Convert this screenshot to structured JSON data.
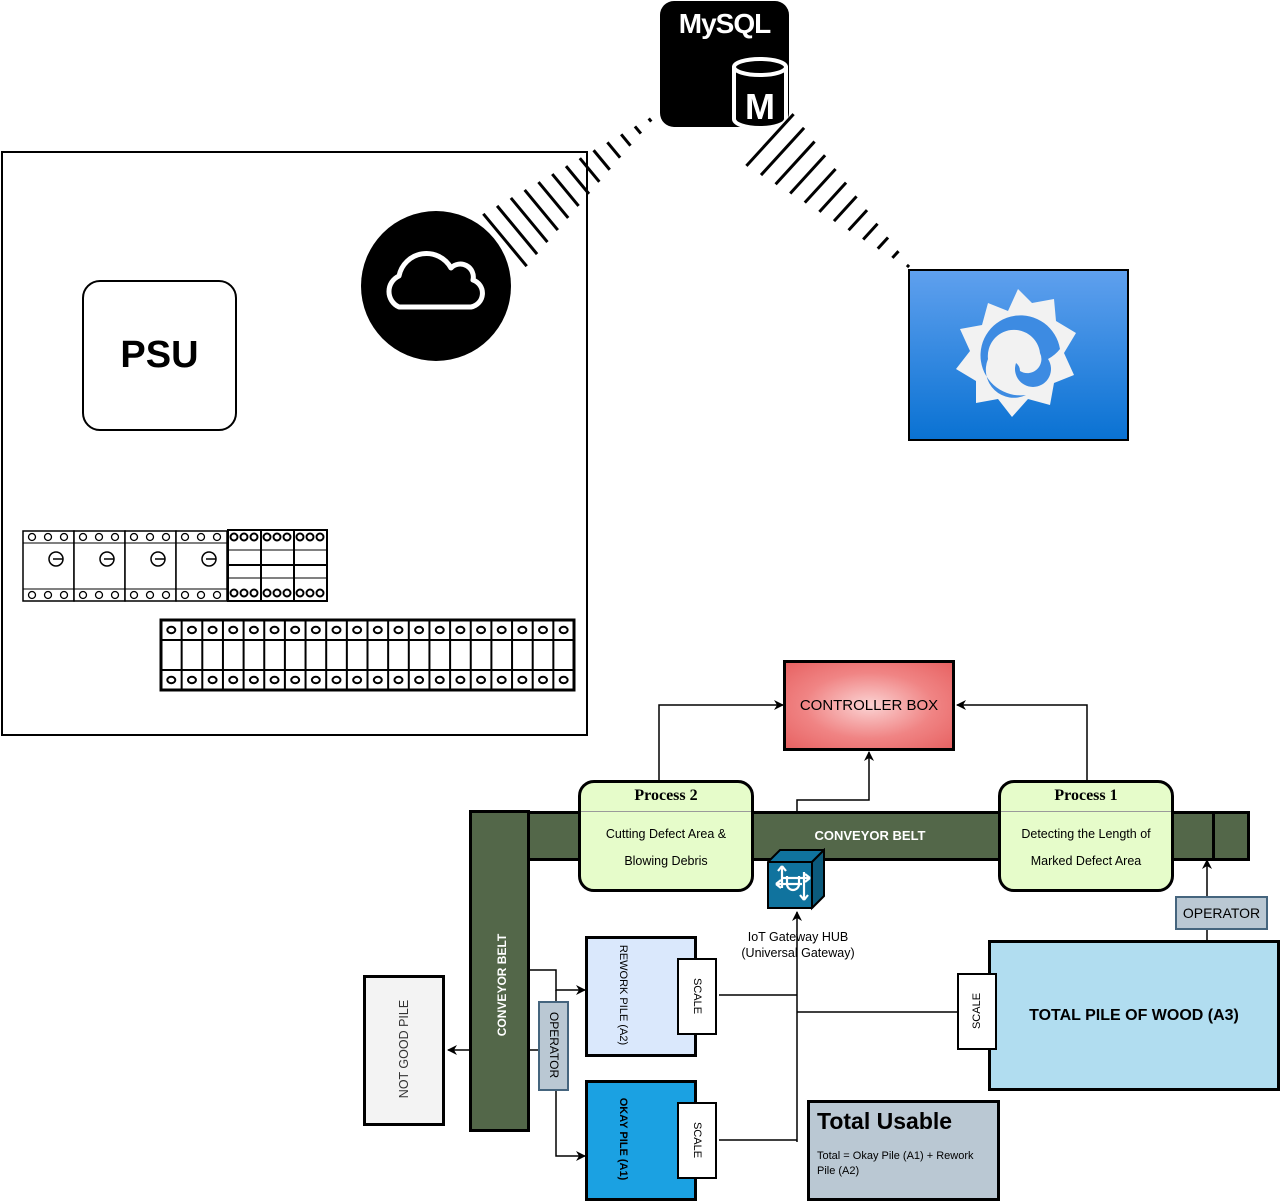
{
  "panel": {
    "psu_label": "PSU",
    "breakers": {
      "circuit_breaker_count": 4,
      "relay_count": 3
    },
    "terminal_block_count": 20
  },
  "cloud": {
    "icon": "cloud-icon"
  },
  "mysql": {
    "label": "MySQL",
    "db_letter": "M",
    "icon": "database-icon"
  },
  "grafana": {
    "icon": "grafana-logo-icon"
  },
  "controller": {
    "label": "CONTROLLER BOX"
  },
  "conveyor": {
    "horizontal_label": "CONVEYOR BELT",
    "vertical_label": "CONVEYOR BELT"
  },
  "processes": [
    {
      "title": "Process 2",
      "line1": "Cutting Defect Area &",
      "line2": "Blowing Debris"
    },
    {
      "title": "Process 1",
      "line1": "Detecting the Length of",
      "line2": "Marked Defect Area"
    }
  ],
  "iot_gateway": {
    "line1": "IoT Gateway HUB",
    "line2": "(Universal Gateway)",
    "icon": "universal-gateway-icon"
  },
  "operators": {
    "top": "OPERATOR",
    "side": "OPERATOR"
  },
  "piles": {
    "not_good": "NOT GOOD PILE",
    "rework": "REWORK PILE (A2)",
    "okay": "OKAY PILE (A1)",
    "total_wood": "TOTAL PILE OF WOOD (A3)"
  },
  "scales": {
    "rework": "SCALE",
    "okay": "SCALE",
    "total": "SCALE"
  },
  "total_usable": {
    "title": "Total Usable",
    "formula": "Total = Okay Pile (A1) + Rework Pile (A2)"
  },
  "colors": {
    "belt": "#536749",
    "process_fill": "#e6fcca",
    "controller_fill": "#f08484",
    "rework_fill": "#dae8fc",
    "okay_fill": "#1ba1e2",
    "total_wood_fill": "#b1ddf0",
    "operator_fill": "#bac8d3",
    "grafana_top": "#5fa0ee",
    "grafana_bottom": "#0a72d3",
    "gateway_fill": "#10739e"
  }
}
